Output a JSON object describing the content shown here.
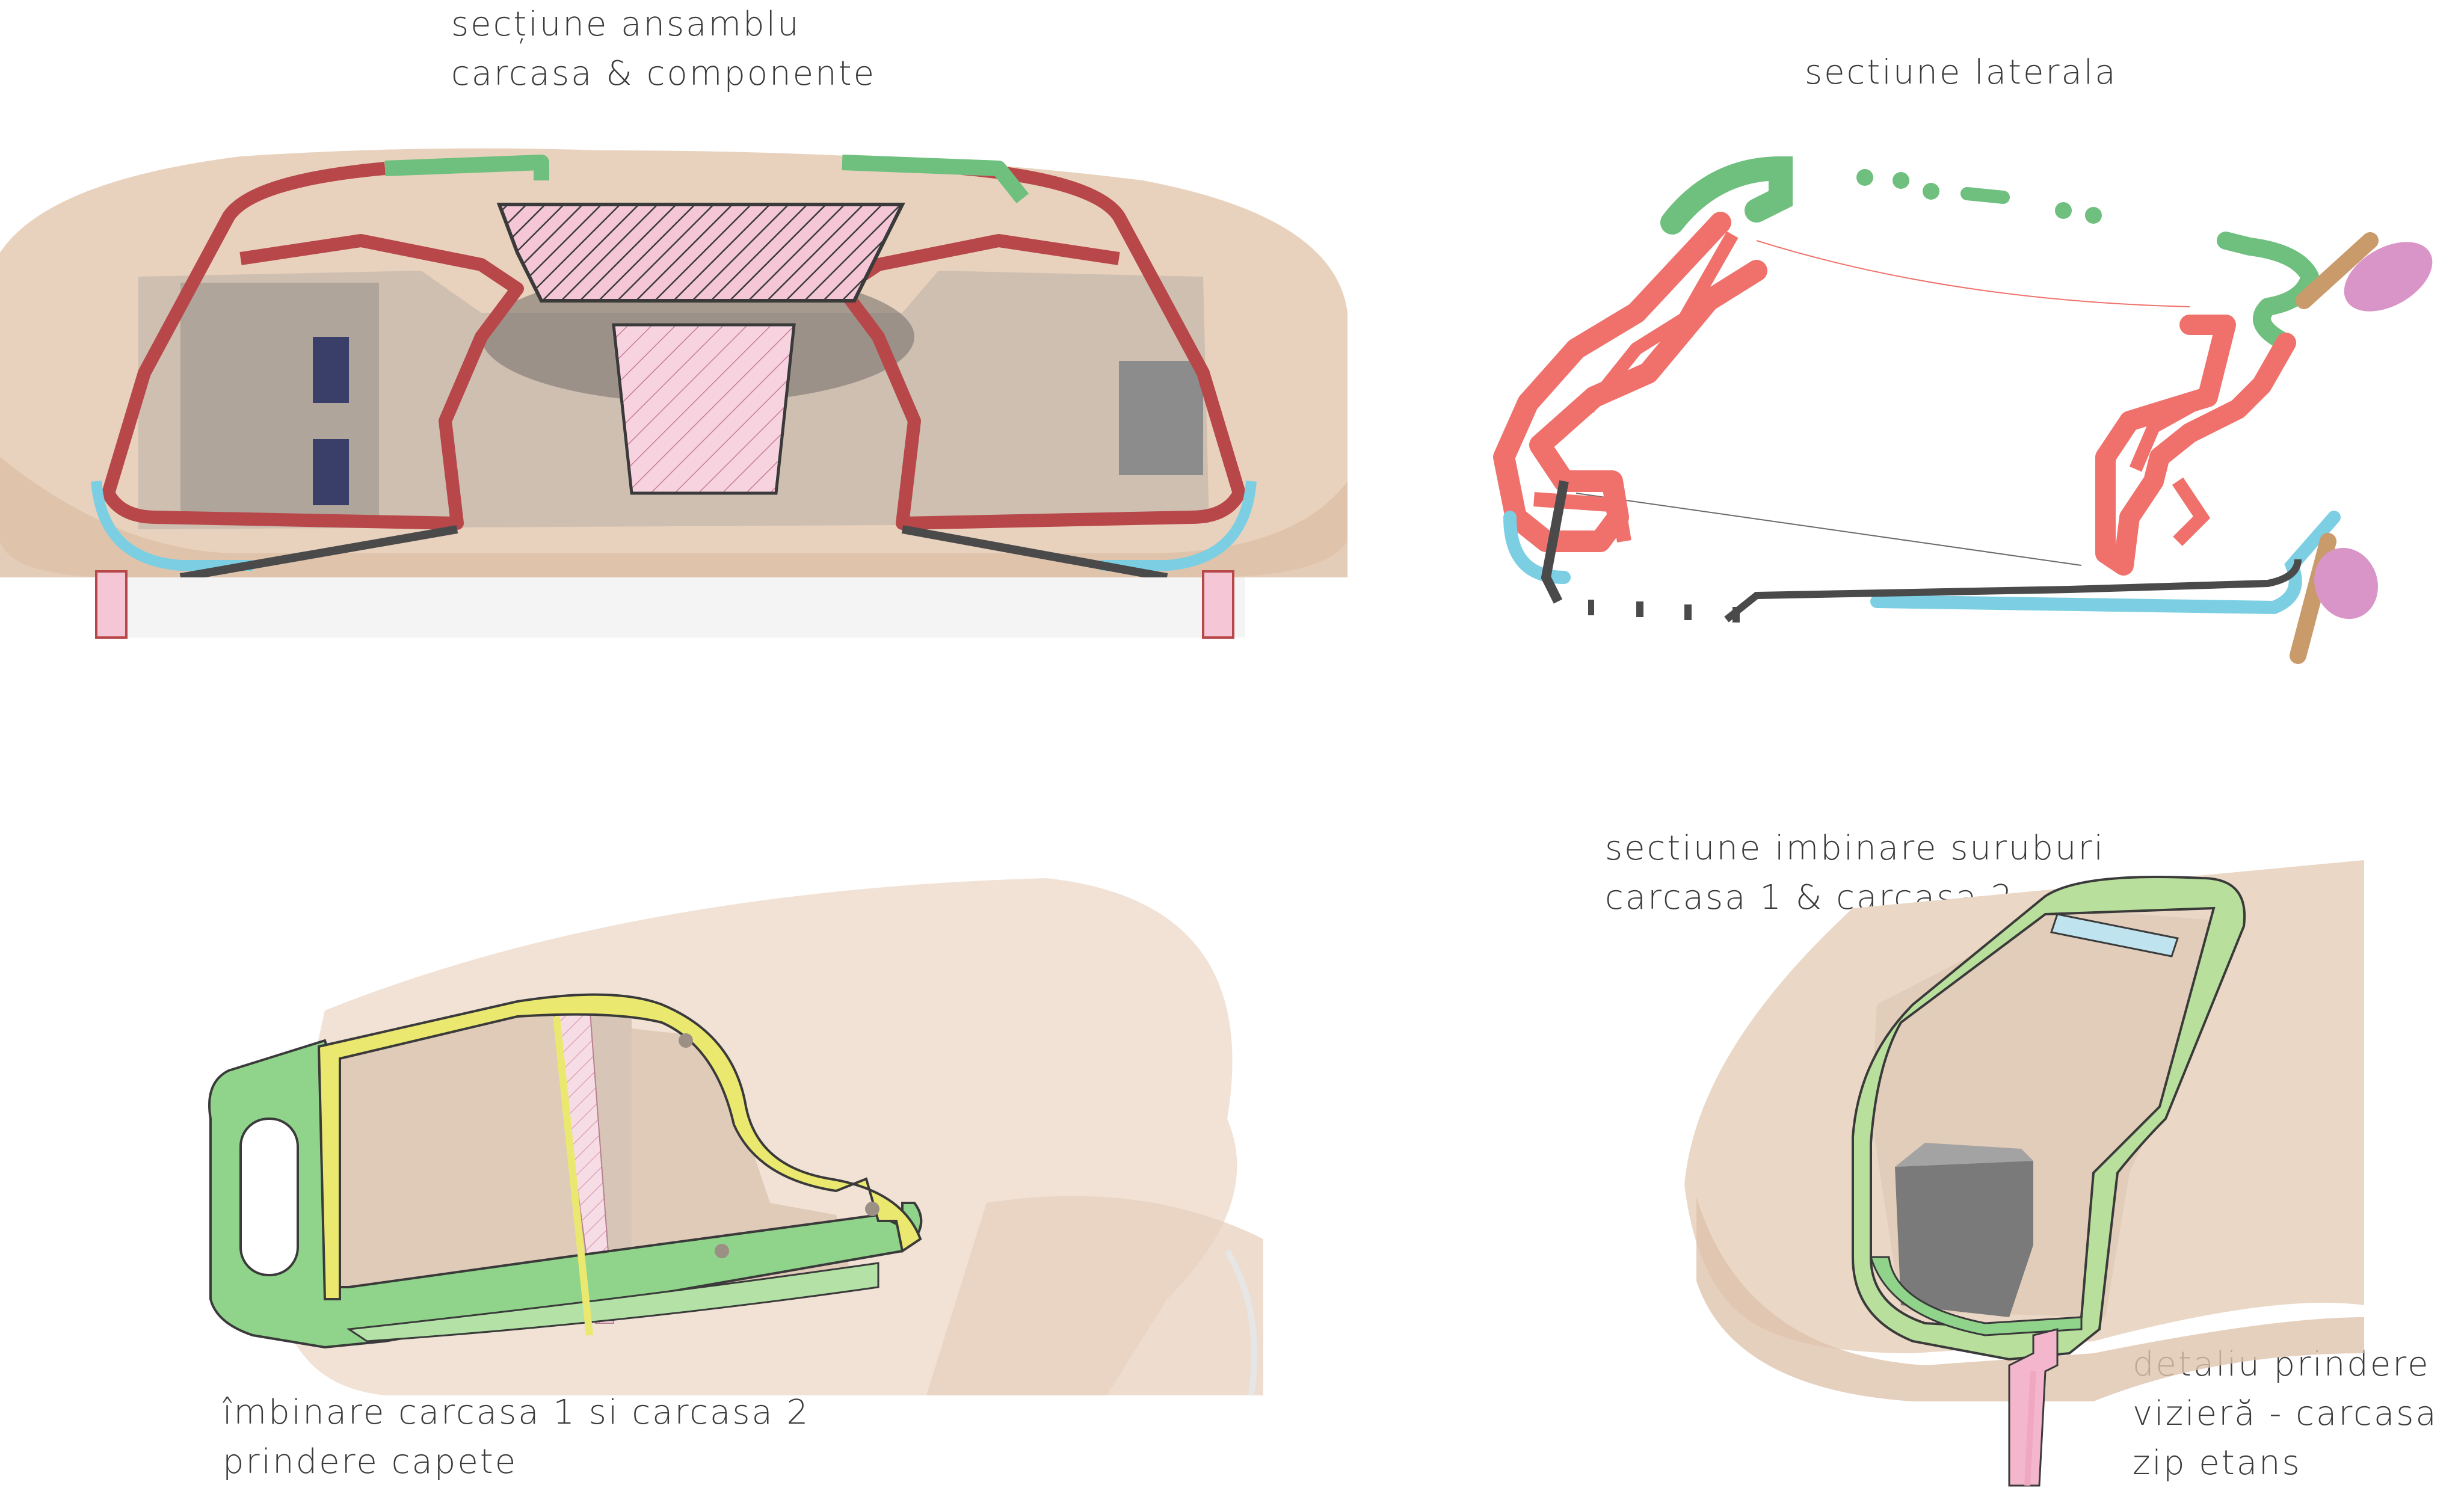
{
  "labels": {
    "assembly_section": [
      "secțiune ansamblu",
      "carcasa & componente"
    ],
    "side_section": [
      "sectiune laterala"
    ],
    "shell_joint": [
      "îmbinare carcasa 1 si carcasa 2",
      "prindere capete"
    ],
    "screw_joint_section": [
      "sectiune imbinare suruburi",
      "carcasa 1 & carcasa 2"
    ],
    "visor_detail": [
      "detaliu prindere",
      "vizieră - carcasa",
      "zip etans"
    ]
  },
  "colors": {
    "shell_tan": "#e9d2bd",
    "shell_tan_dark": "#d9b497",
    "red_shell": "#b8474a",
    "coral_shell": "#f0716b",
    "green_shell": "#6fbf7e",
    "lime_shell": "#b9df9c",
    "yellow_shell": "#e8e66a",
    "blue_seal": "#7ccfe3",
    "dark_line": "#4a4a4a",
    "pink_hatch": "#f4c6d6",
    "brown_strip": "#c99a6a",
    "violet_pad": "#d995c8",
    "grey_component": "#8e8e8e"
  }
}
